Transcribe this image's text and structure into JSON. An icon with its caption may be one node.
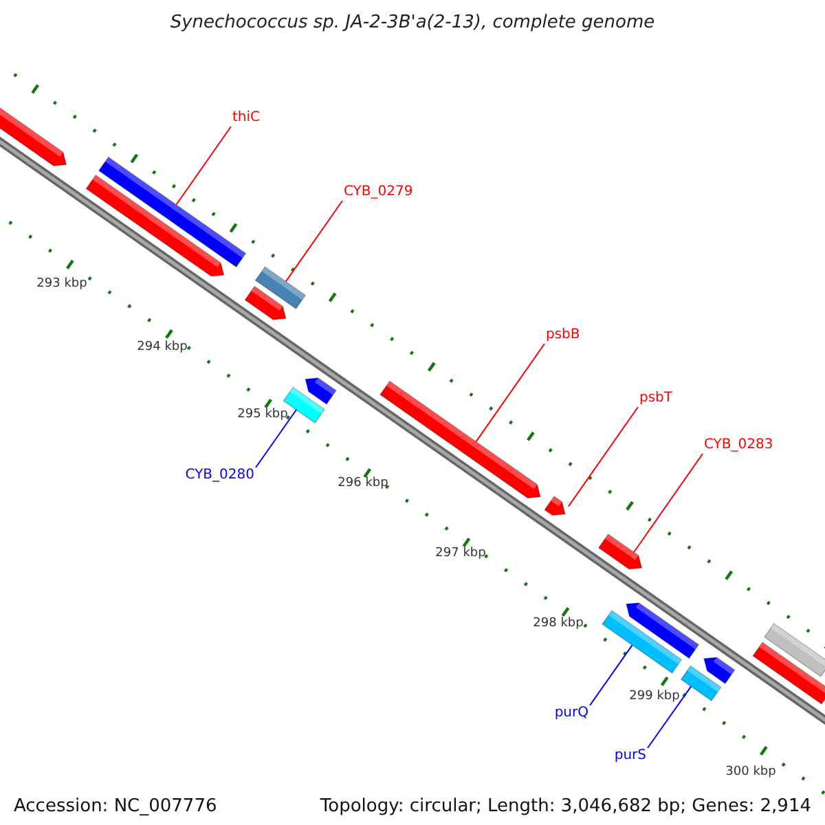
{
  "diagram": {
    "title": "Synechococcus sp. JA-2-3B'a(2-13), complete genome",
    "nodes": [
      {
        "text": [],
        "shape": "bar"
      },
      {
        "text": [],
        "shape": "bar"
      },
      {
        "text": [],
        "shape": "bar"
      },
      {
        "text": [],
        "shape": "bar"
      },
      {
        "text": [],
        "shape": "bar"
      },
      {
        "text": [],
        "shape": "bar"
      },
      {
        "text": [],
        "shape": "bar"
      },
      {
        "text": [],
        "shape": "bar"
      },
      {
        "text": [],
        "shape": "bar"
      },
      {
        "text": [],
        "shape": "bar"
      },
      {
        "text": [],
        "shape": "bar"
      },
      {
        "text": [],
        "shape": "bar"
      },
      {
        "text": [],
        "shape": "bar"
      },
      {
        "text": [],
        "shape": "bar"
      },
      {
        "text": [],
        "shape": "bar"
      },
      {
        "text": [],
        "shape": "bar"
      },
      {
        "text": [
          "thiC"
        ]
      },
      {
        "text": [
          "CYB_0279"
        ]
      },
      {
        "text": [
          "psbB"
        ]
      },
      {
        "text": [
          "psbT"
        ]
      },
      {
        "text": [
          "CYB_0283"
        ]
      },
      {
        "text": [
          "CYB_0280"
        ]
      },
      {
        "text": [
          "purQ"
        ]
      },
      {
        "text": [
          "purS"
        ]
      }
    ],
    "edges": [
      {
        "from": 16,
        "to": 1,
        "arrow": "none"
      },
      {
        "from": 17,
        "to": 3,
        "arrow": "none"
      },
      {
        "from": 18,
        "to": 7,
        "arrow": "none"
      },
      {
        "from": 19,
        "to": 8,
        "arrow": "none"
      },
      {
        "from": 20,
        "to": 9,
        "arrow": "none"
      },
      {
        "from": 21,
        "to": 6,
        "arrow": "none",
        "color": "#0000ff"
      },
      {
        "from": 22,
        "to": 11,
        "arrow": "none",
        "color": "#0000ff"
      },
      {
        "from": 23,
        "to": 13,
        "arrow": "none",
        "color": "#0000ff"
      }
    ],
    "labels": [
      "293 kbp",
      "294 kbp",
      "295 kbp",
      "296 kbp",
      "297 kbp",
      "298 kbp",
      "299 kbp",
      "300 kbp",
      "Accession: NC_007776",
      "Topology: circular; Length: 3,046,682 bp; Genes: 2,914"
    ]
  }
}
